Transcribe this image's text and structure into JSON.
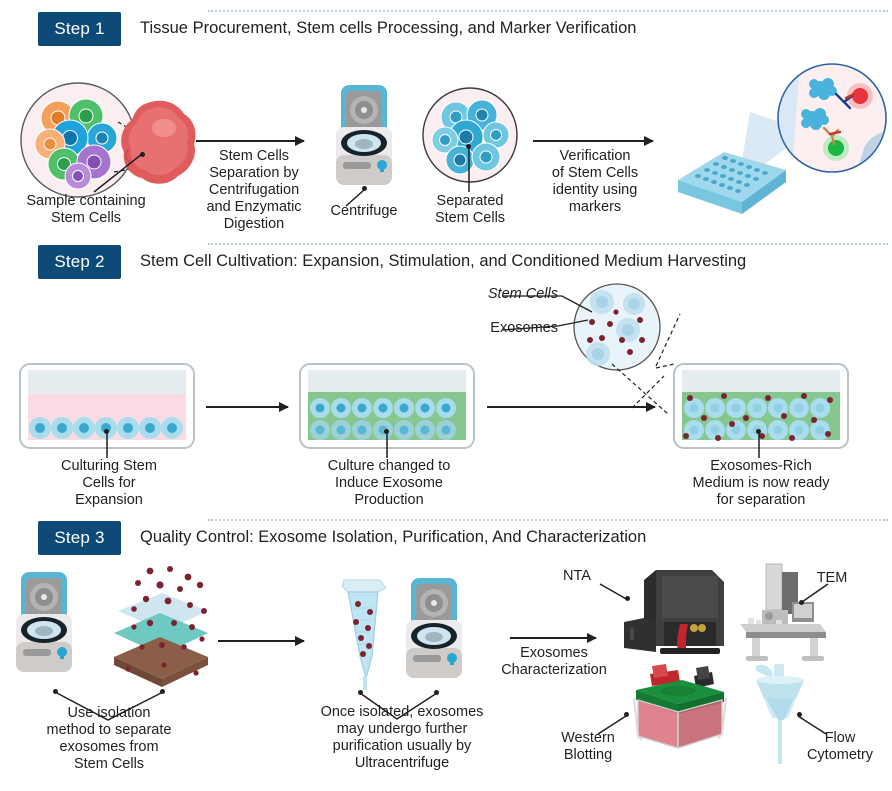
{
  "figure": {
    "title": "Exosome production workflow from stem cells",
    "palette": {
      "badge_blue": "#0e4a78",
      "text": "#231f20",
      "divider": "#b9cfdd",
      "cell_blue": "#3aa8cc",
      "cell_blue_light": "#a9dcec",
      "medium_pink": "#fadbe3",
      "medium_green": "#86c78f",
      "exosome_red": "#7b2430",
      "circle_bg_pink": "#fbeef0",
      "plate_blue": "#8fd3e8",
      "fluor_red": "#e8343c",
      "fluor_green": "#18b843",
      "instrument_dark": "#3a3a3c",
      "instrument_grey": "#c9c9c9",
      "wb_green": "#1a8f3c",
      "wb_pink": "#d9737f"
    }
  },
  "steps": [
    {
      "badge": "Step 1",
      "title": "Tissue Procurement, Stem cells Processing, and  Marker Verification",
      "captions": {
        "sample": "Sample containing\nStem Cells",
        "arrow1": "Stem Cells\nSeparation by\nCentrifugation\nand Enzymatic\nDigestion",
        "centrifuge": "Centrifuge",
        "separated": "Separated\nStem Cells",
        "arrow2": "Verification\nof Stem Cells\nidentity using\nmarkers"
      }
    },
    {
      "badge": "Step 2",
      "title": "Stem Cell Cultivation: Expansion, Stimulation, and Conditioned Medium Harvesting",
      "captions": {
        "magnifier_stem_cells": "Stem Cells",
        "magnifier_exosomes": "Exosomes",
        "flask1": "Culturing Stem\nCells for\nExpansion",
        "flask2": "Culture changed to\nInduce Exosome\nProduction",
        "flask3": "Exosomes-Rich\nMedium is now ready\nfor separation"
      }
    },
    {
      "badge": "Step 3",
      "title": "Quality Control: Exosome Isolation,  Purification, And Characterization",
      "captions": {
        "isolation": "Use isolation\nmethod to separate\nexosomes from\nStem Cells",
        "purification": "Once isolated, exosomes\nmay undergo further\npurification usually by\nUltracentrifuge",
        "arrow": "Exosomes\nCharacterization",
        "nta": "NTA",
        "tem": "TEM",
        "western": "Western\nBlotting",
        "flow": "Flow\nCytometry"
      }
    }
  ],
  "icons": {
    "cell_cluster": "cell-cluster-icon",
    "tissue_blob": "tissue-blob-icon",
    "centrifuge": "centrifuge-icon",
    "well_plate": "96-well-plate-icon",
    "antibody": "antibody-icon",
    "flask": "culture-flask-icon",
    "magnifier": "magnifier-circle-icon",
    "filter_stack": "filter-stack-icon",
    "eppendorf": "eppendorf-tube-icon",
    "nta_instrument": "nta-instrument-icon",
    "tem_instrument": "tem-microscope-icon",
    "western_tank": "western-blot-tank-icon",
    "flow_nozzle": "flow-cytometry-nozzle-icon"
  }
}
